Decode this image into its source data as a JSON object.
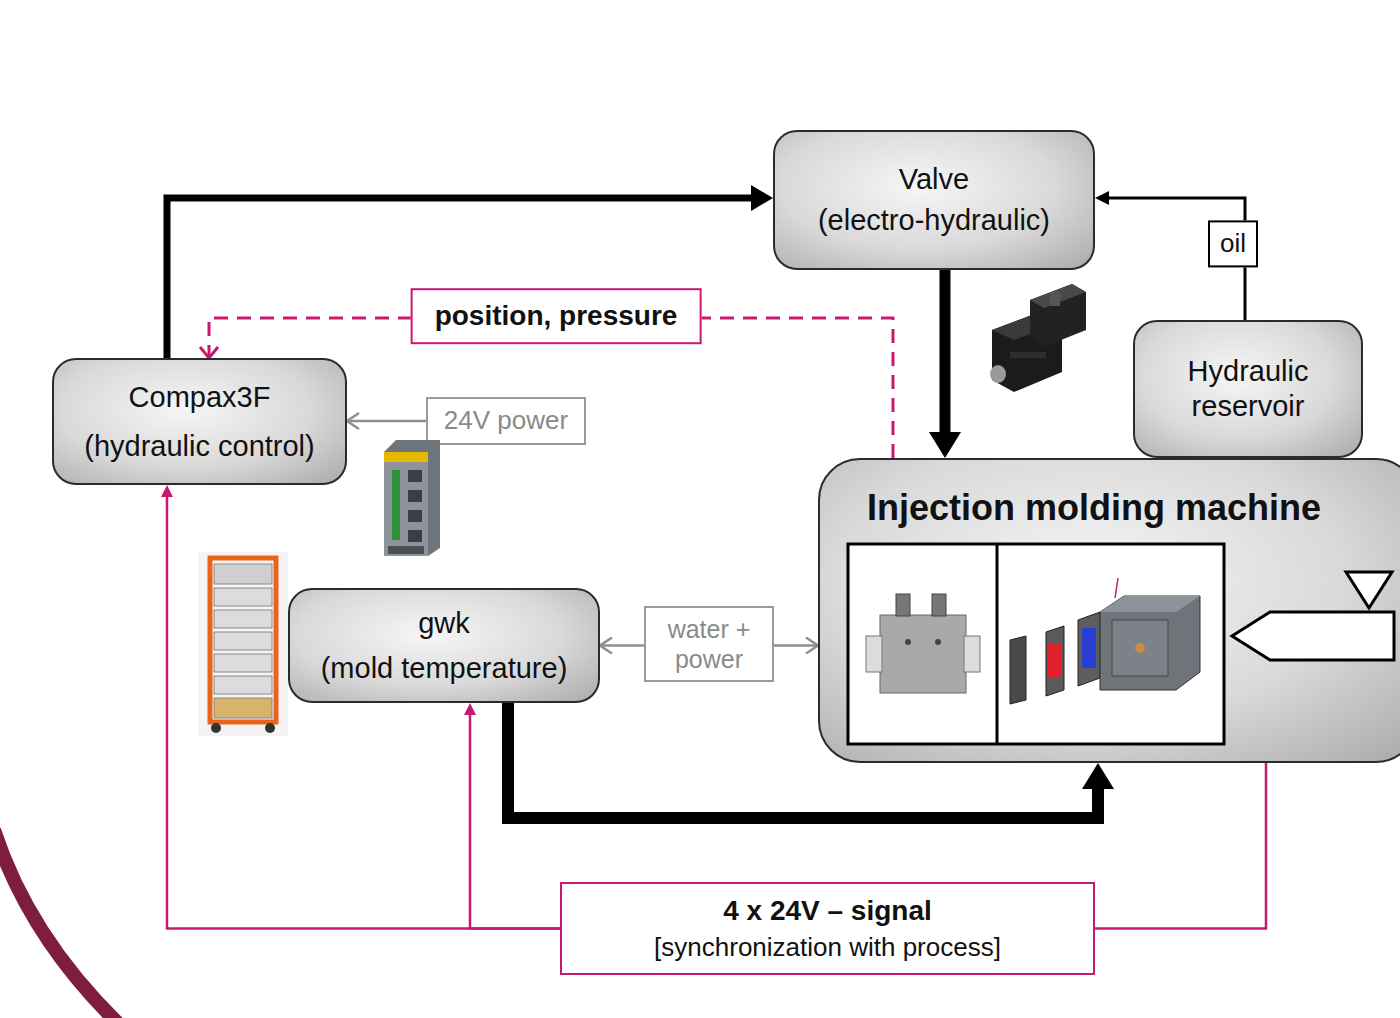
{
  "diagram": {
    "nodes": [
      {
        "text": [
          "Valve",
          "(electro-hydraulic)"
        ]
      },
      {
        "text": [
          "Hydraulic reservoir"
        ]
      },
      {
        "text": [
          "Compax3F",
          "(hydraulic control)"
        ]
      },
      {
        "text": [
          "24V power"
        ]
      },
      {
        "text": [
          "Injection molding machine"
        ]
      },
      {
        "text": [
          "gwk",
          "(mold temperature)"
        ]
      },
      {
        "text": [
          "4 x 24V – signal",
          "[synchronization with process]"
        ]
      }
    ],
    "edges": [
      {
        "from": 2,
        "to": 0,
        "arrow": "to"
      },
      {
        "from": 0,
        "to": 4,
        "arrow": "to"
      },
      {
        "from": 1,
        "to": 0,
        "arrow": "to",
        "label": "oil"
      },
      {
        "from": 4,
        "to": 2,
        "arrow": "to",
        "label": "position, pressure"
      },
      {
        "from": 3,
        "to": 2,
        "arrow": "to"
      },
      {
        "from": 5,
        "to": 4,
        "arrow": "both",
        "label": "water + power"
      },
      {
        "from": 5,
        "to": 4,
        "arrow": "to"
      },
      {
        "from": 4,
        "to": 6,
        "arrow": "none"
      },
      {
        "from": 6,
        "to": 2,
        "arrow": "to"
      },
      {
        "from": 6,
        "to": 5,
        "arrow": "to"
      }
    ]
  }
}
